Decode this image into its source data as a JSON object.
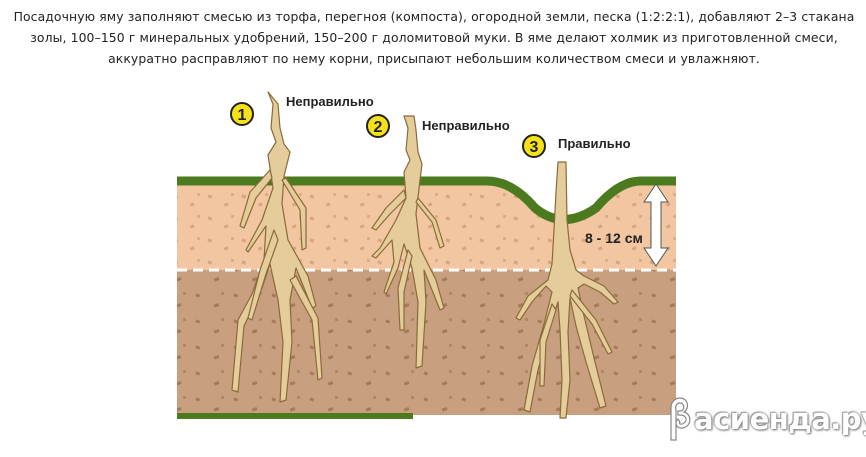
{
  "intro_text": "Посадочную яму заполняют смесью из торфа, перегноя (компоста), огородной земли, песка (1:2:2:1), добавляют 2–3 стакана золы, 100–150 г минеральных удобрений, 150–200 г доломитовой муки. В яме делают холмик из приготовленной смеси, аккуратно расправляют по нему корни, присыпают небольшим количеством смеси и увлажняют.",
  "figure": {
    "plants": [
      {
        "number": "1",
        "label": "Неправильно"
      },
      {
        "number": "2",
        "label": "Неправильно"
      },
      {
        "number": "3",
        "label": "Правильно"
      }
    ],
    "depth_label": "8 - 12 см",
    "colors": {
      "grass": "#4b7a1f",
      "topsoil": "#f1c6a0",
      "subsoil": "#c9a07f",
      "root": "#e4cd9a",
      "root_outline": "#8a6a3a",
      "marker_fill": "#f4e11a"
    }
  },
  "watermark": {
    "text": "асиенда.ру",
    "icon": "asienda-logo-icon"
  }
}
